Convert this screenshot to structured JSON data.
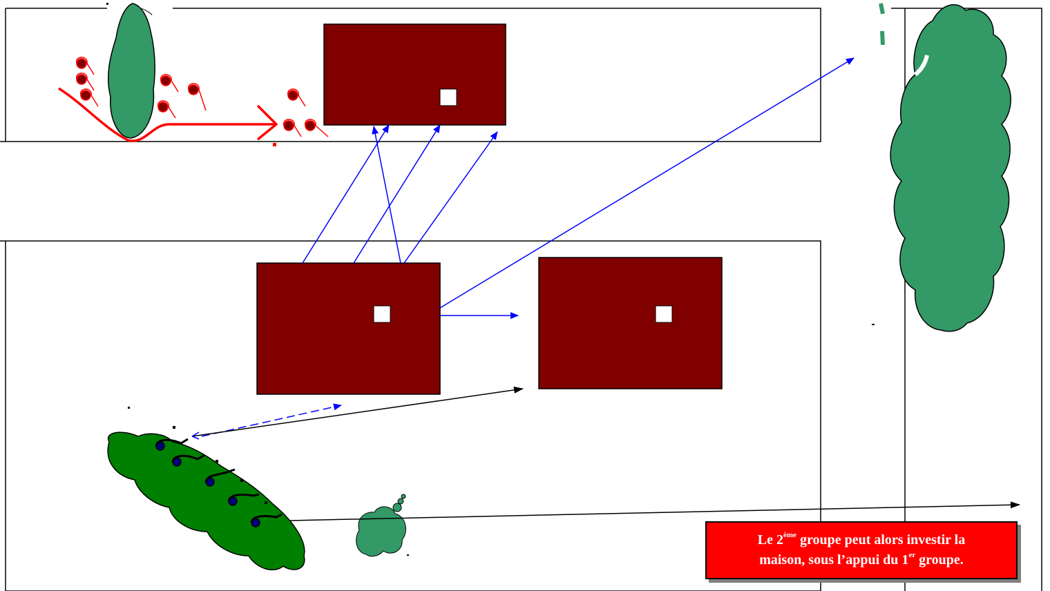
{
  "caption": {
    "line1_pre": "Le 2",
    "line1_sup": "ème",
    "line1_post": " groupe peut alors investir la",
    "line2_pre": "maison, sous l’appui du 1",
    "line2_sup": "er",
    "line2_post": " groupe."
  },
  "colors": {
    "house": "#800000",
    "window": "#ffffff",
    "tree": "#339966",
    "bush": "#008000",
    "group1": "#ff0000",
    "group2": "#000000",
    "fire_arrow": "#0000ff",
    "move_arrow": "#000000",
    "caption_bg": "#ff0000",
    "caption_text": "#ffffff"
  },
  "icons": {
    "house": "house-icon",
    "tree": "tree-icon",
    "bush": "bush-icon",
    "soldier_red": "soldier-red-icon",
    "soldier_black": "soldier-black-icon"
  }
}
